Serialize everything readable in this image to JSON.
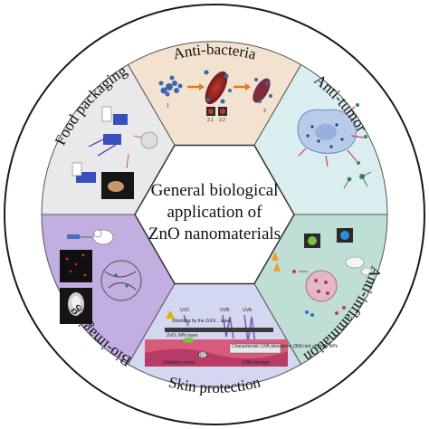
{
  "center": {
    "lines": [
      "General biological",
      "application  of",
      "ZnO nanomaterials"
    ]
  },
  "segments": [
    {
      "id": "anti-bacteria",
      "label": "Anti-bacteria",
      "color": "#f3e2cf"
    },
    {
      "id": "anti-tumor",
      "label": "Anti-tumor",
      "color": "#daeef0"
    },
    {
      "id": "anti-inflammation",
      "label": "Anti-inflammation",
      "color": "#bfded6"
    },
    {
      "id": "skin-protection",
      "label": "Skin protection",
      "color": "#d3d7f0"
    },
    {
      "id": "bio-imaging",
      "label": "Bio-imaging",
      "color": "#c2aee0"
    },
    {
      "id": "food-packaging",
      "label": "Food packaging",
      "color": "#e9e9ec"
    }
  ],
  "panel_text": {
    "bacteria_steps": [
      "1",
      "2.1",
      "2.2",
      "3"
    ],
    "skin": {
      "uvc": "UVC",
      "uvb": "UVB",
      "uva": "UVA",
      "shield": "Shielding by the ZnO/... layer",
      "np_layer": "ZnO₂ NPs layer",
      "ros": "ROS",
      "stress": "Oxidative stress",
      "photo": "Characteristic UVA absorption (368 nm) of ZnO₂ NPs",
      "dna": "DNA damage"
    }
  }
}
